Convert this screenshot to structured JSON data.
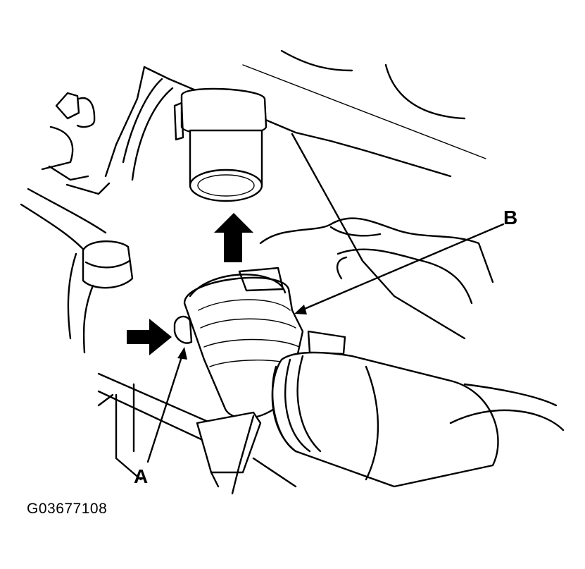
{
  "callouts": {
    "a": "A",
    "b": "B"
  },
  "figure_id": "G03677108",
  "icons": {
    "up_arrow": "removal-direction-arrow-up",
    "right_arrow": "press-tab-arrow-right"
  },
  "colors": {
    "line": "#000000",
    "background": "#ffffff"
  }
}
